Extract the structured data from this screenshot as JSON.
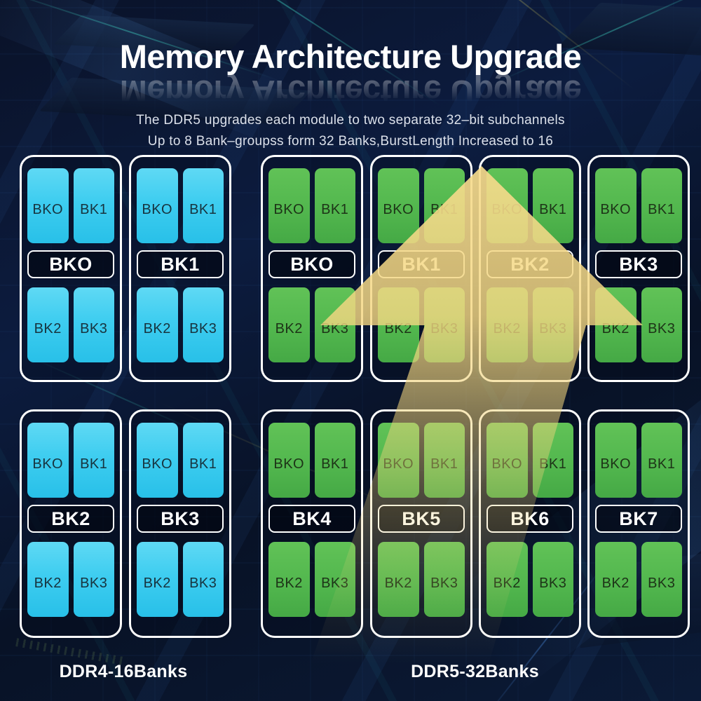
{
  "header": {
    "title": "Memory Architecture Upgrade",
    "subtitle1": "The DDR5 upgrades each module to two separate 32–bit subchannels",
    "subtitle2": "Up to 8 Bank–groupss form 32 Banks,BurstLength Increased to 16"
  },
  "ddr4": {
    "caption": "DDR4-16Banks",
    "groups": [
      {
        "bar": "BKO",
        "chips": [
          "BKO",
          "BK1",
          "BK2",
          "BK3"
        ]
      },
      {
        "bar": "BK1",
        "chips": [
          "BKO",
          "BK1",
          "BK2",
          "BK3"
        ]
      },
      {
        "bar": "BK2",
        "chips": [
          "BKO",
          "BK1",
          "BK2",
          "BK3"
        ]
      },
      {
        "bar": "BK3",
        "chips": [
          "BKO",
          "BK1",
          "BK2",
          "BK3"
        ]
      }
    ]
  },
  "ddr5": {
    "caption": "DDR5-32Banks",
    "groups": [
      {
        "bar": "BKO",
        "chips": [
          "BKO",
          "BK1",
          "BK2",
          "BK3"
        ]
      },
      {
        "bar": "BK1",
        "chips": [
          "BKO",
          "BK1",
          "BK2",
          "BK3"
        ]
      },
      {
        "bar": "BK2",
        "chips": [
          "BKO",
          "BK1",
          "BK2",
          "BK3"
        ]
      },
      {
        "bar": "BK3",
        "chips": [
          "BKO",
          "BK1",
          "BK2",
          "BK3"
        ]
      },
      {
        "bar": "BK4",
        "chips": [
          "BKO",
          "BK1",
          "BK2",
          "BK3"
        ]
      },
      {
        "bar": "BK5",
        "chips": [
          "BKO",
          "BK1",
          "BK2",
          "BK3"
        ]
      },
      {
        "bar": "BK6",
        "chips": [
          "BKO",
          "BK1",
          "BK2",
          "BK3"
        ]
      },
      {
        "bar": "BK7",
        "chips": [
          "BKO",
          "BK1",
          "BK2",
          "BK3"
        ]
      }
    ]
  },
  "arrow": {
    "icon": "up-arrow-icon",
    "direction": "up"
  },
  "palette": {
    "background_navy": "#0b1a36",
    "ddr4_chip_top": "#5fd9f4",
    "ddr4_chip_bottom": "#28c0e8",
    "ddr5_chip_top": "#61c257",
    "ddr5_chip_bottom": "#45a945",
    "arrow_yellow": "#f2d689",
    "outline_white": "#ffffff",
    "circuit_teal": "#2ed8c3"
  }
}
